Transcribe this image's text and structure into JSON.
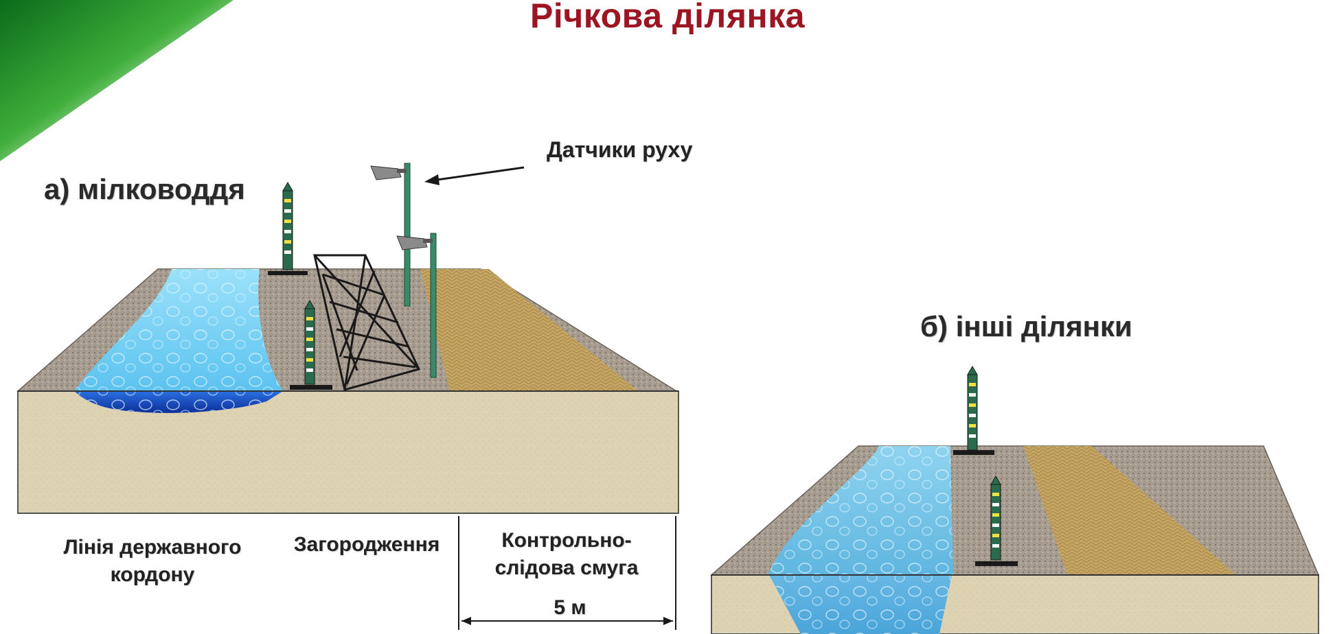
{
  "title": "Річкова ділянка",
  "section_a": {
    "heading": "а) мілководдя",
    "sensors_label": "Датчики руху",
    "labels": {
      "border_line": "Лінія державного кордону",
      "barrier": "Загородження",
      "control_strip": "Контрольно-слідова смуга",
      "width": "5 м"
    }
  },
  "section_b": {
    "heading": "б) інші ділянки"
  },
  "colors": {
    "title": "#9b1622",
    "water_light": "#8fd6f5",
    "water_deep": "#1f5fd0",
    "gravel": "#a79c90",
    "sand_strip": "#c9a96a",
    "soil_front": "#ddd4b3",
    "post_green": "#2e7b5e",
    "corner_green": "#1e8a2e"
  },
  "icons": [
    "corner-decoration",
    "border-post-icon",
    "motion-sensor-icon",
    "fence-barrier-icon",
    "arrow-icon"
  ]
}
